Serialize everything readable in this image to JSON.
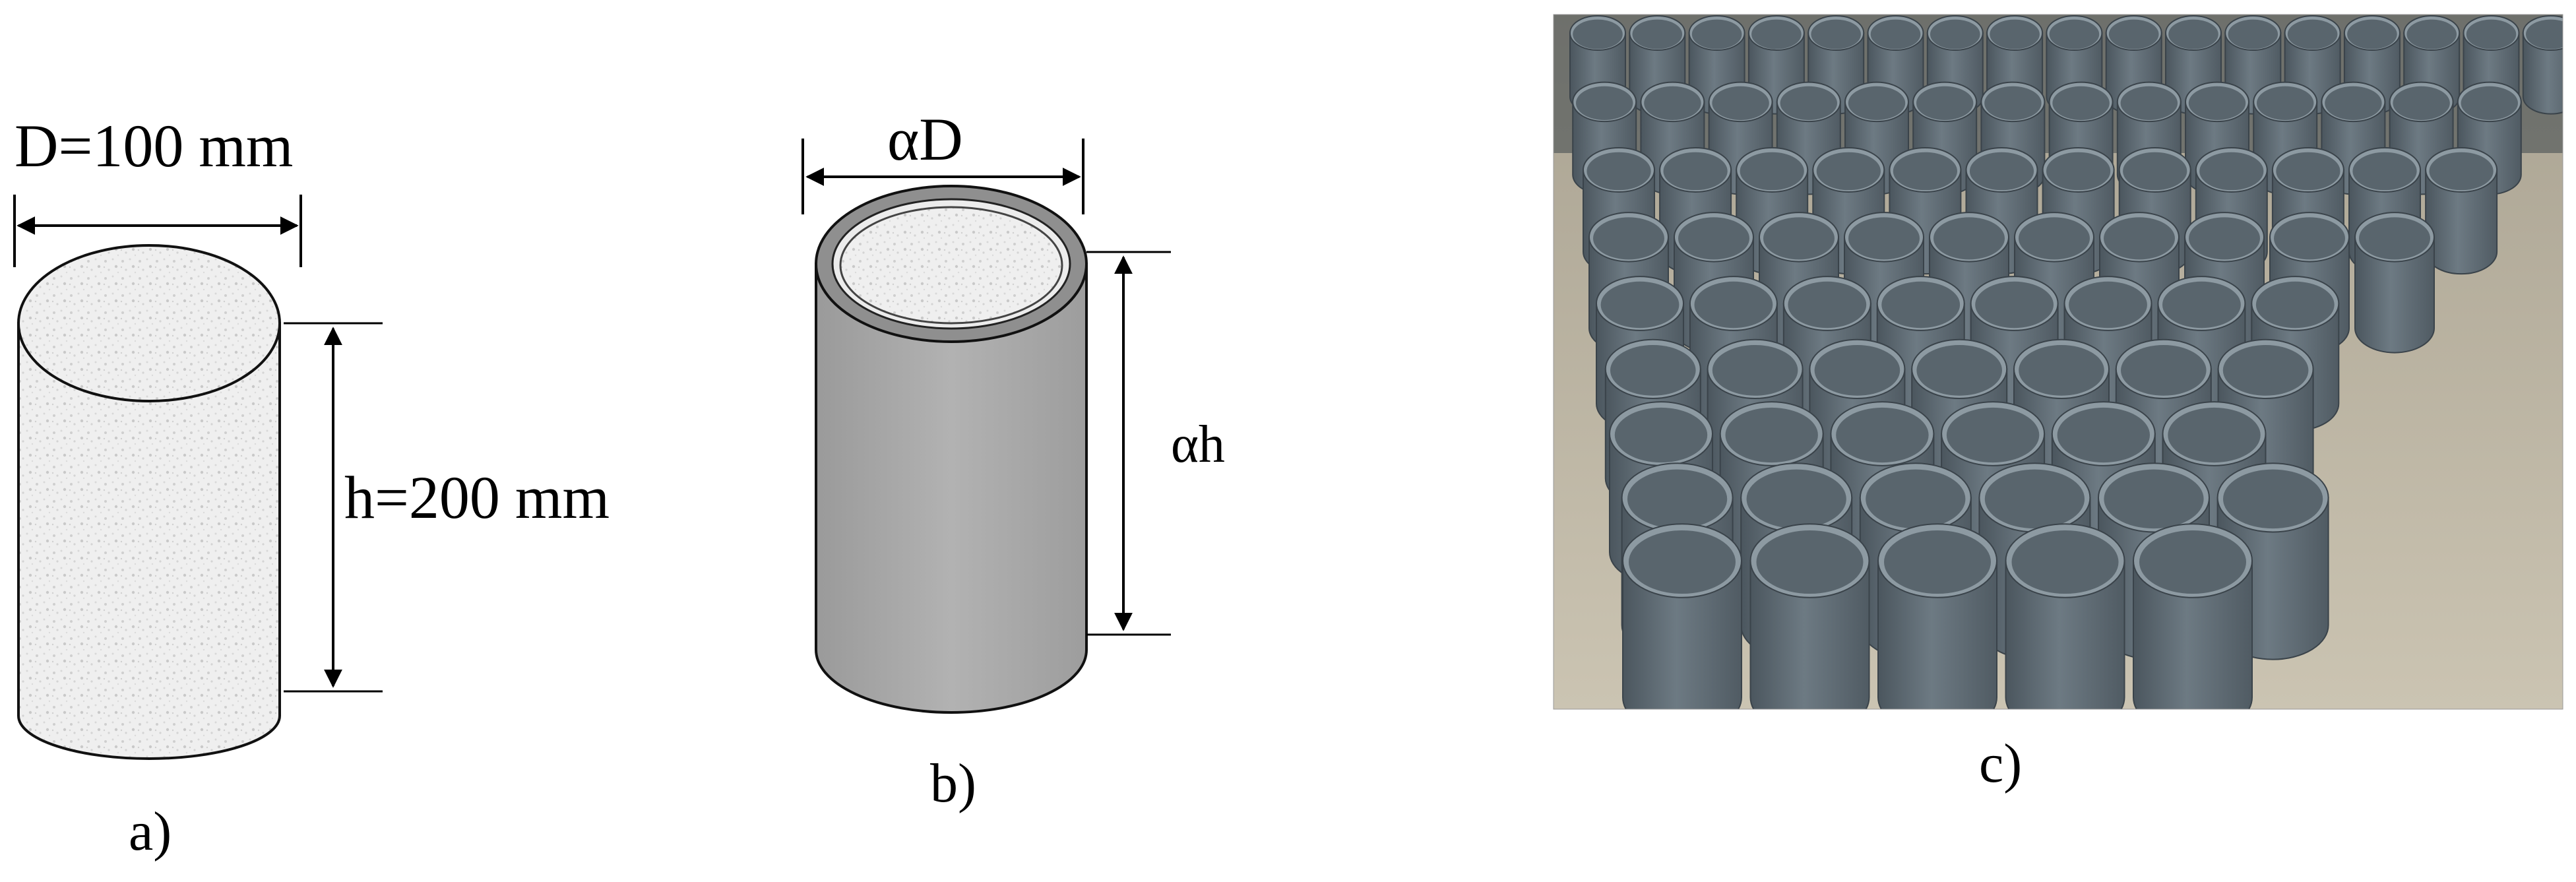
{
  "panel_a": {
    "diameter_label": "D=100 mm",
    "height_label": "h=200 mm",
    "caption": "a)"
  },
  "panel_b": {
    "diameter_label": "αD",
    "height_label": "αh",
    "caption": "b)"
  },
  "panel_c": {
    "caption": "c)"
  },
  "colors": {
    "concrete": "#eeeeee",
    "tube_gray": "#a8a8a8",
    "pipe_gray": "#5f6b74",
    "floor": "#c4bcaa"
  }
}
